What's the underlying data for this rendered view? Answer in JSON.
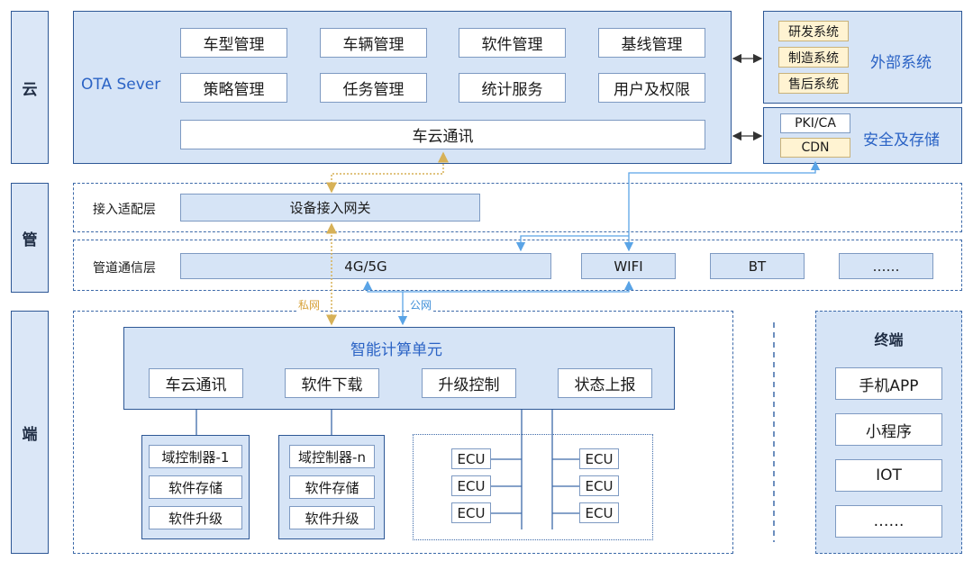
{
  "layers": {
    "cloud": "云",
    "pipe": "管",
    "end": "端"
  },
  "cloud": {
    "server_label": "OTA Sever",
    "modules": [
      "车型管理",
      "车辆管理",
      "软件管理",
      "基线管理",
      "策略管理",
      "任务管理",
      "统计服务",
      "用户及权限"
    ],
    "comm": "车云通讯",
    "external": {
      "title": "外部系统",
      "items": [
        "研发系统",
        "制造系统",
        "售后系统"
      ]
    },
    "security": {
      "title": "安全及存储",
      "items": [
        "PKI/CA",
        "CDN"
      ]
    }
  },
  "pipe": {
    "access_layer_label": "接入适配层",
    "gateway": "设备接入网关",
    "comm_layer_label": "管道通信层",
    "channels": [
      "4G/5G",
      "WIFI",
      "BT",
      "……"
    ],
    "private_net": "私网",
    "public_net": "公网"
  },
  "end": {
    "unit_title": "智能计算单元",
    "unit_functions": [
      "车云通讯",
      "软件下载",
      "升级控制",
      "状态上报"
    ],
    "domain_controllers": [
      {
        "name": "域控制器-1",
        "items": [
          "软件存储",
          "软件升级"
        ]
      },
      {
        "name": "域控制器-n",
        "items": [
          "软件存储",
          "软件升级"
        ]
      }
    ],
    "ecus": [
      "ECU",
      "ECU",
      "ECU",
      "ECU",
      "ECU",
      "ECU"
    ],
    "terminal": {
      "title": "终端",
      "items": [
        "手机APP",
        "小程序",
        "IOT",
        "……"
      ]
    }
  },
  "colors": {
    "border": "#2e5896",
    "panel_fill": "#d6e4f6",
    "accent_text": "#2b63c5",
    "private_line": "#d7b157",
    "public_line": "#5aa4e6"
  }
}
